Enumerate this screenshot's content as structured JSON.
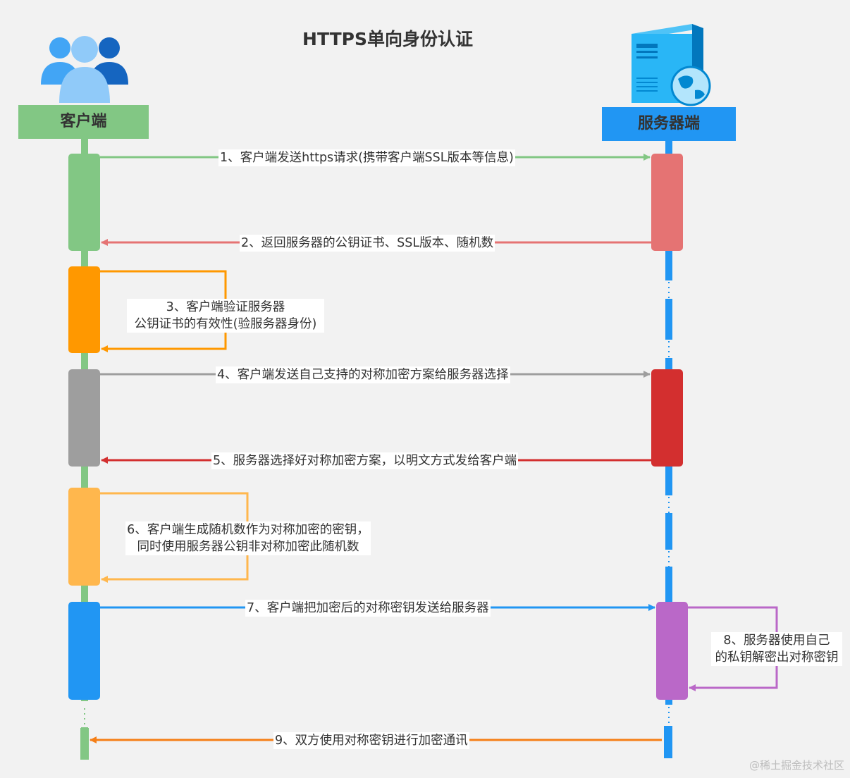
{
  "title": "HTTPS单向身份认证",
  "roles": {
    "client": "客户端",
    "server": "服务器端"
  },
  "steps": [
    {
      "id": 1,
      "text": "1、客户端发送https请求(携带客户端SSL版本等信息)",
      "color": "#82c784"
    },
    {
      "id": 2,
      "text": "2、返回服务器的公钥证书、SSL版本、随机数",
      "color": "#e57373"
    },
    {
      "id": 3,
      "lines": [
        "3、客户端验证服务器",
        "公钥证书的有效性(验服务器身份)"
      ],
      "color": "#ff9800"
    },
    {
      "id": 4,
      "text": "4、客户端发送自己支持的对称加密方案给服务器选择",
      "color": "#9e9e9e"
    },
    {
      "id": 5,
      "text": "5、服务器选择好对称加密方案，以明文方式发给客户端",
      "color": "#d32f2f"
    },
    {
      "id": 6,
      "lines": [
        "6、客户端生成随机数作为对称加密的密钥，",
        "同时使用服务器公钥非对称加密此随机数"
      ],
      "color": "#ffb74d"
    },
    {
      "id": 7,
      "text": "7、客户端把加密后的对称密钥发送给服务器",
      "color": "#2196f3"
    },
    {
      "id": 8,
      "lines": [
        "8、服务器使用自己",
        "的私钥解密出对称密钥"
      ],
      "color": "#ba68c8"
    },
    {
      "id": 9,
      "text": "9、双方使用对称密钥进行加密通讯",
      "color": "#f57f17"
    }
  ],
  "colors": {
    "client_lifeline": "#82c784",
    "server_lifeline": "#2196f3",
    "background": "#f2f2f2"
  },
  "icons": [
    "users-icon",
    "server-globe-icon"
  ],
  "watermark": "@稀土掘金技术社区"
}
